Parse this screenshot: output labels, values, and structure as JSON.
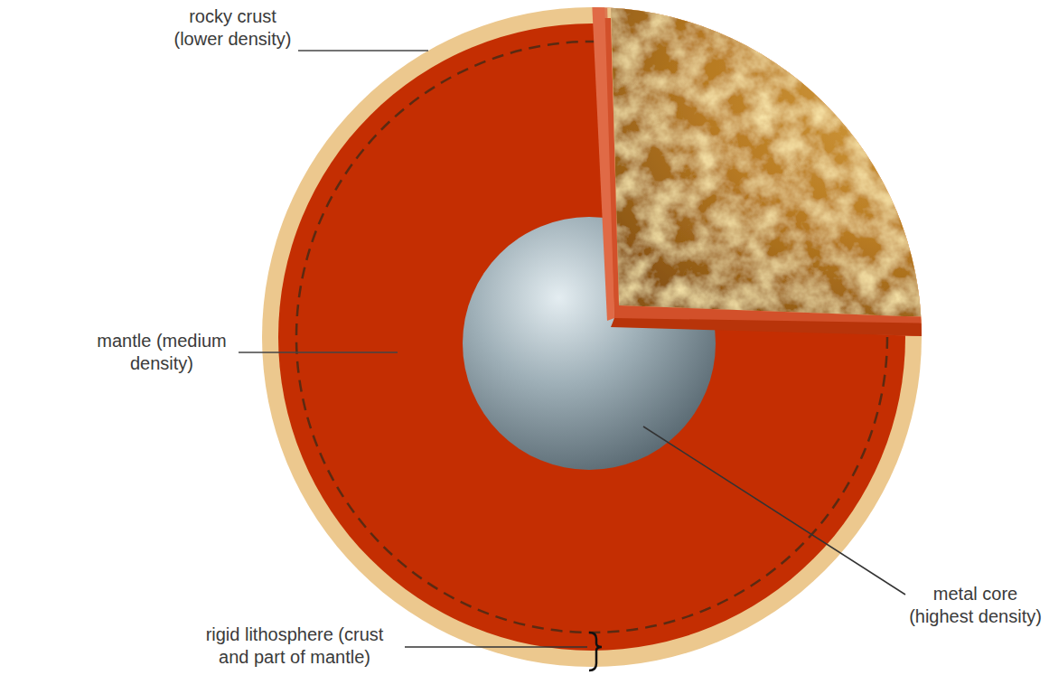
{
  "diagram": {
    "labels": [
      "rocky crust (lower density)",
      "mantle (medium density)",
      "metal core (highest density)",
      "rigid lithosphere (crust and part of mantle)"
    ]
  }
}
